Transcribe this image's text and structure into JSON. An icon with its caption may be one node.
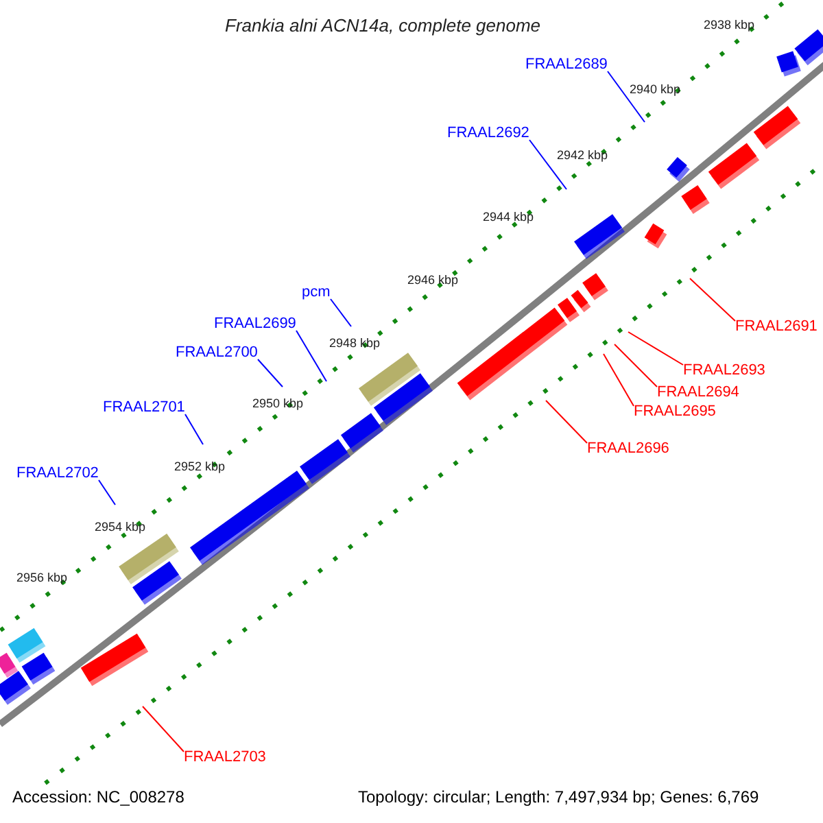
{
  "diagram": {
    "title": "Frankia alni ACN14a, complete genome",
    "nodes": [
      {
        "text": [
          "FRAAL2689"
        ]
      },
      {
        "text": [
          "FRAAL2692"
        ]
      },
      {
        "text": [
          "pcm"
        ]
      },
      {
        "text": [
          "FRAAL2699"
        ]
      },
      {
        "text": [
          "FRAAL2691"
        ]
      },
      {
        "text": [
          "FRAAL2700"
        ]
      },
      {
        "text": [
          "FRAAL2693"
        ]
      },
      {
        "text": [
          "FRAAL2694"
        ]
      },
      {
        "text": [
          "FRAAL2701"
        ]
      },
      {
        "text": [
          "FRAAL2695"
        ]
      },
      {
        "text": [
          "FRAAL2696"
        ]
      },
      {
        "text": [
          "FRAAL2702"
        ]
      },
      {
        "text": [
          "FRAAL2703"
        ]
      }
    ],
    "edges": [
      {
        "from": 0,
        "to": null,
        "arrow": "none"
      },
      {
        "from": 1,
        "to": null,
        "arrow": "none"
      },
      {
        "from": 2,
        "to": null,
        "arrow": "none"
      },
      {
        "from": 3,
        "to": null,
        "arrow": "none"
      },
      {
        "from": 4,
        "to": null,
        "arrow": "none",
        "color": "#ff0000"
      },
      {
        "from": 5,
        "to": null,
        "arrow": "none"
      },
      {
        "from": 6,
        "to": null,
        "arrow": "none",
        "color": "#ff0000"
      },
      {
        "from": 7,
        "to": null,
        "arrow": "none",
        "color": "#ff0000"
      },
      {
        "from": 8,
        "to": null,
        "arrow": "none"
      },
      {
        "from": 9,
        "to": null,
        "arrow": "none",
        "color": "#ff0000"
      },
      {
        "from": 10,
        "to": null,
        "arrow": "none",
        "color": "#ff0000"
      },
      {
        "from": 11,
        "to": null,
        "arrow": "none"
      },
      {
        "from": 12,
        "to": null,
        "arrow": "none",
        "color": "#ff0000"
      }
    ],
    "labels": [
      "2938 kbp",
      "2940 kbp",
      "2942 kbp",
      "2944 kbp",
      "2946 kbp",
      "2948 kbp",
      "2950 kbp",
      "2952 kbp",
      "2954 kbp",
      "2956 kbp",
      "Accession: NC_008278",
      "Topology: circular; Length: 7,497,934 bp; Genes: 6,769"
    ]
  }
}
